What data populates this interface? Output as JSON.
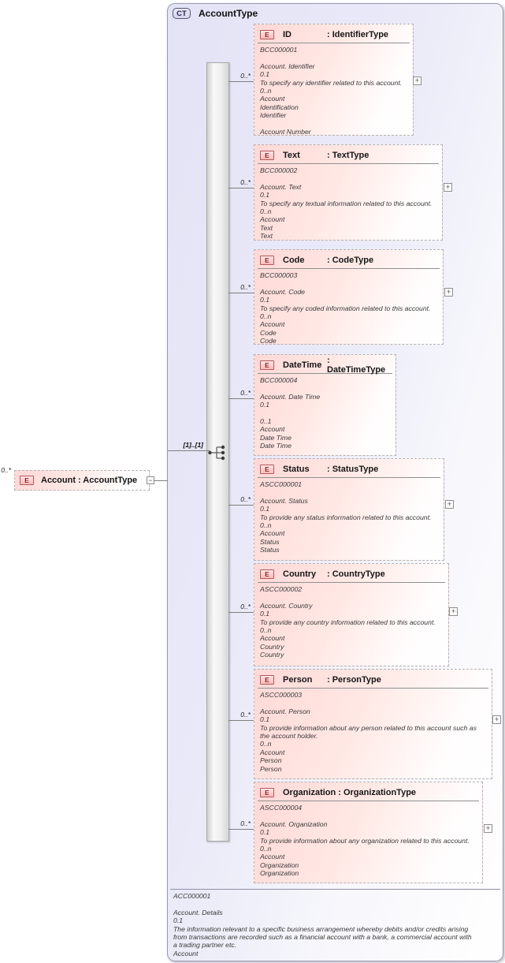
{
  "root_container": {
    "badge": "CT",
    "title": "AccountType",
    "footer": "ACC000001\n\nAccount. Details\n0.1\nThe information relevant to a specific business arrangement whereby debits and/or credits arising\nfrom transactions are recorded such as a financial account with a bank, a commercial account with\na trading partner etc.\nAccount"
  },
  "source_element": {
    "cardinality": "0..*",
    "badge": "E",
    "name": "Account",
    "type_label": ": AccountType"
  },
  "sequence": {
    "cardinality_label": "[1]..[1]",
    "icon": "sequence-compositor-icon"
  },
  "glyphs": {
    "plus": "+",
    "minus": "−"
  },
  "colors": {
    "container_fill": "#e3e3f6",
    "element_fill": "#ffd8d6",
    "badge_border_red": "#b25959",
    "badge_text_red": "#8b2626",
    "connector_gray": "#7f7f7f"
  },
  "children": [
    {
      "cardinality": "0..*",
      "badge": "E",
      "name": "ID",
      "type_label": ": IdentifierType",
      "body": "BCC000001\n\nAccount. Identifier\n0.1\nTo specify any identifier related to this account.\n0..n\nAccount\nIdentification\nIdentifier\n\nAccount Number"
    },
    {
      "cardinality": "0..*",
      "badge": "E",
      "name": "Text",
      "type_label": ": TextType",
      "body": "BCC000002\n\nAccount. Text\n0.1\nTo specify any textual information related to this account.\n0..n\nAccount\nText\nText"
    },
    {
      "cardinality": "0..*",
      "badge": "E",
      "name": "Code",
      "type_label": ": CodeType",
      "body": "BCC000003\n\nAccount. Code\n0.1\nTo specify any coded information related to this account.\n0..n\nAccount\nCode\nCode"
    },
    {
      "cardinality": "0..*",
      "badge": "E",
      "name": "DateTime",
      "type_label": ": DateTimeType",
      "body": "BCC000004\n\nAccount. Date Time\n0.1\n\n0..1\nAccount\nDate Time\nDate Time"
    },
    {
      "cardinality": "0..*",
      "badge": "E",
      "name": "Status",
      "type_label": ": StatusType",
      "body": "ASCC000001\n\nAccount. Status\n0.1\nTo provide any status information related to this account.\n0..n\nAccount\nStatus\nStatus"
    },
    {
      "cardinality": "0..*",
      "badge": "E",
      "name": "Country",
      "type_label": ": CountryType",
      "body": "ASCC000002\n\nAccount. Country\n0.1\nTo provide any country information related to this account.\n0..n\nAccount\nCountry\nCountry"
    },
    {
      "cardinality": "0..*",
      "badge": "E",
      "name": "Person",
      "type_label": ": PersonType",
      "body": "ASCC000003\n\nAccount. Person\n0.1\nTo provide information about any person related to this account such as\nthe account holder.\n0..n\nAccount\nPerson\nPerson"
    },
    {
      "cardinality": "0..*",
      "badge": "E",
      "name": "Organization",
      "type_label": ": OrganizationType",
      "body": "ASCC000004\n\nAccount. Organization\n0.1\nTo provide information about any organization related to this account.\n0..n\nAccount\nOrganization\nOrganization"
    }
  ]
}
